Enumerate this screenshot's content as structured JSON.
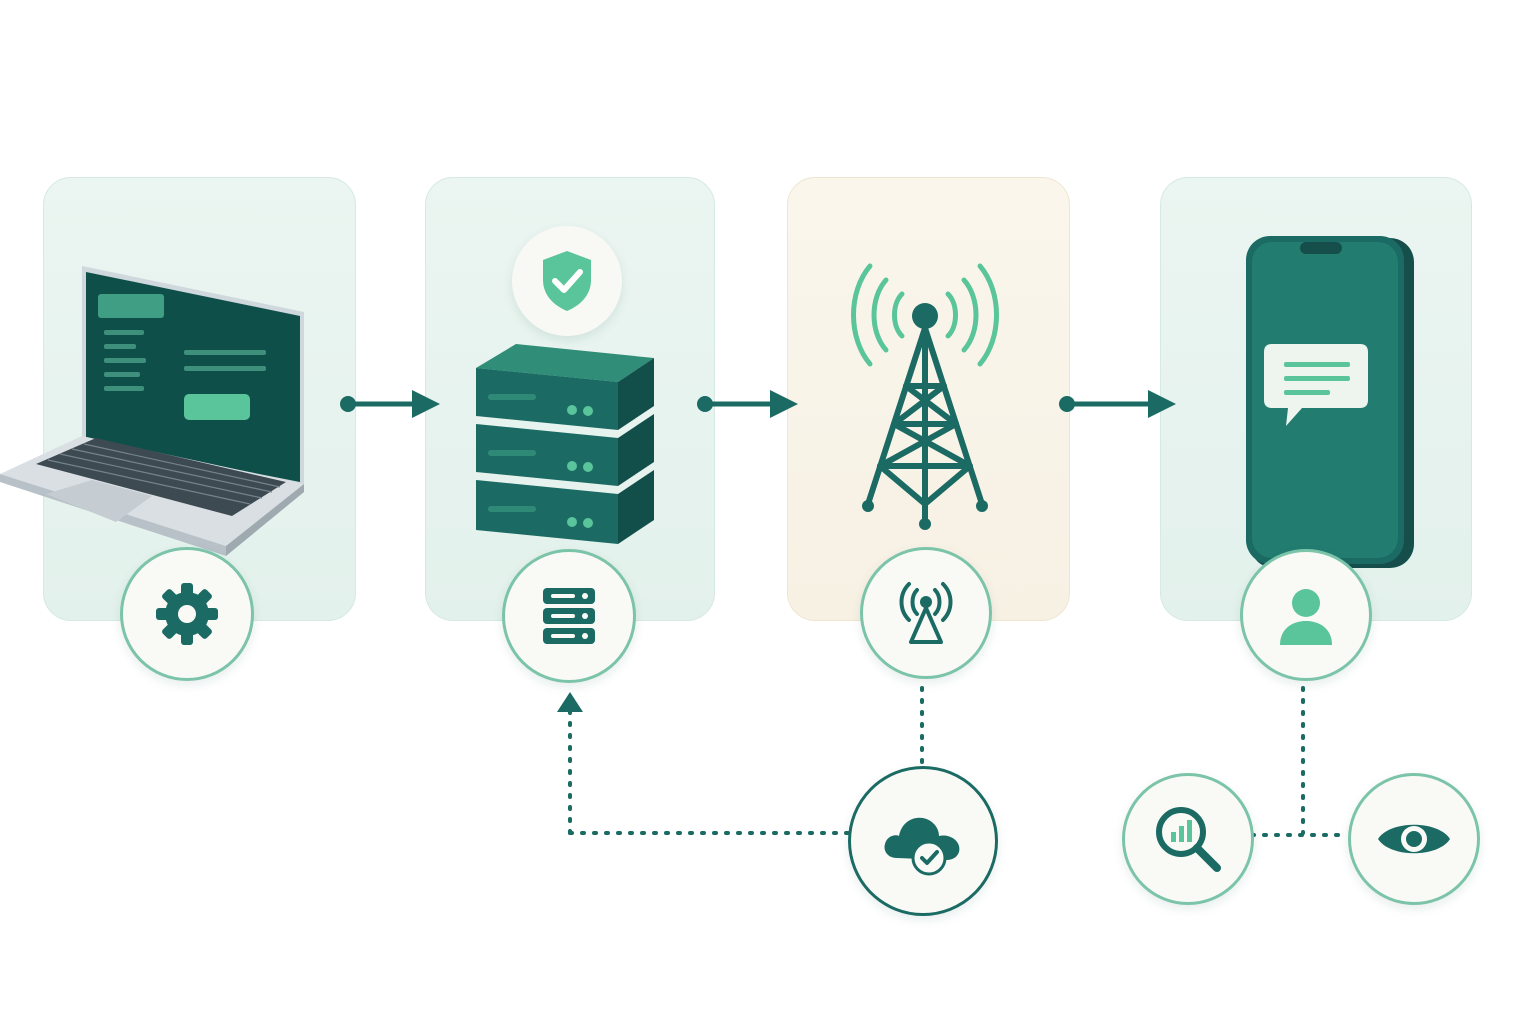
{
  "diagram": {
    "stages": [
      {
        "id": "device",
        "icon": "laptop-icon",
        "badge_icon": "gear-icon"
      },
      {
        "id": "server",
        "icon": "server-stack-icon",
        "top_icon": "shield-check-icon",
        "badge_icon": "server-icon"
      },
      {
        "id": "network",
        "icon": "cell-tower-icon",
        "badge_icon": "antenna-icon"
      },
      {
        "id": "recipient",
        "icon": "smartphone-message-icon",
        "badge_icon": "user-icon"
      }
    ],
    "secondary": [
      {
        "id": "cloud",
        "icon": "cloud-check-icon"
      },
      {
        "id": "analytics",
        "icon": "search-analytics-icon"
      },
      {
        "id": "monitor",
        "icon": "eye-icon"
      }
    ]
  },
  "colors": {
    "primary": "#1b6b64",
    "accent": "#5ac49a",
    "panel": "#e7f3ef",
    "panel_cream": "#f9f4e9"
  }
}
